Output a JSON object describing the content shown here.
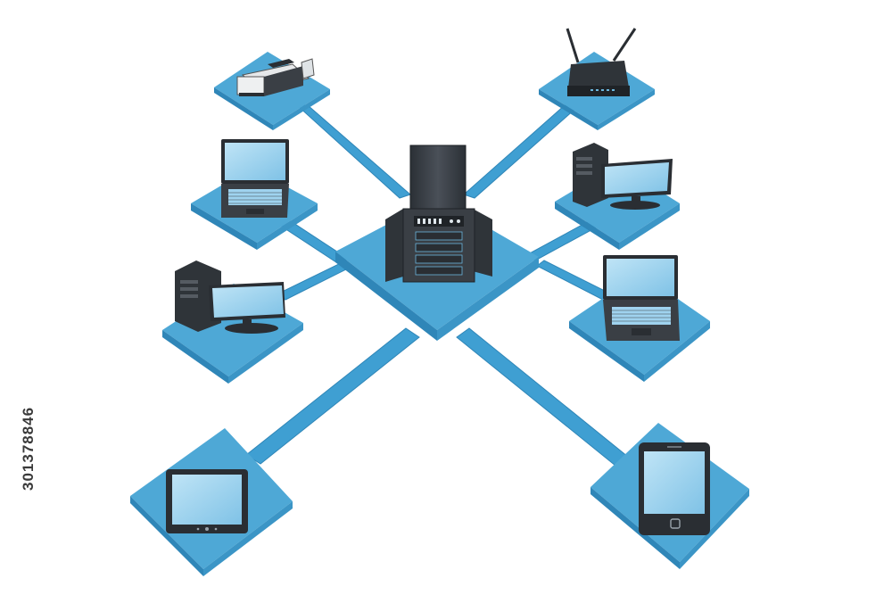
{
  "stock_id": "301378846",
  "colors": {
    "platform_top": "#4ea8d6",
    "platform_side": "#2f86b8",
    "cable": "#3f9fd2",
    "device_body": "#3a3f45",
    "device_dark": "#2a2e33",
    "screen": "#9fd3ef",
    "screen_edge": "#6bb6dd",
    "background": "#ffffff"
  },
  "nodes": [
    {
      "id": "server",
      "icon": "server-icon"
    },
    {
      "id": "printer",
      "icon": "printer-icon"
    },
    {
      "id": "router",
      "icon": "router-icon"
    },
    {
      "id": "laptop-left",
      "icon": "laptop-icon"
    },
    {
      "id": "desktop-right",
      "icon": "desktop-computer-icon"
    },
    {
      "id": "desktop-left",
      "icon": "desktop-computer-icon"
    },
    {
      "id": "laptop-right",
      "icon": "laptop-icon"
    },
    {
      "id": "tablet",
      "icon": "tablet-icon"
    },
    {
      "id": "smartphone",
      "icon": "smartphone-icon"
    }
  ]
}
